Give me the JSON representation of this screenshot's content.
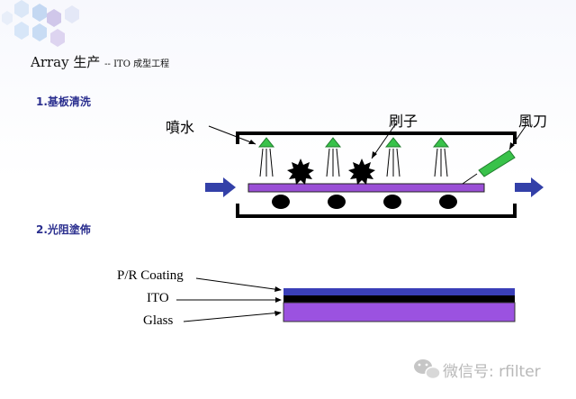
{
  "title": {
    "main": "Array 生产",
    "sub": "-- ITO 成型工程"
  },
  "sections": {
    "cleaning": "1.基板清洗",
    "coating": "2.光阻塗佈"
  },
  "cleaning_labels": {
    "spray": "噴水",
    "brush": "刷子",
    "air_knife": "風刀"
  },
  "coating_labels": {
    "pr": "P/R Coating",
    "ito": "ITO",
    "glass": "Glass"
  },
  "watermark": "微信号: rfilter",
  "colors": {
    "substrate": "#9a4fd6",
    "arrow": "#3340a8",
    "nozzle": "#39c24a",
    "brush": "#000000",
    "pr_layer": "#3a3fb8",
    "ito_layer": "#000000",
    "glass_layer": "#9b52e0",
    "section_text": "#2b2f8f"
  }
}
